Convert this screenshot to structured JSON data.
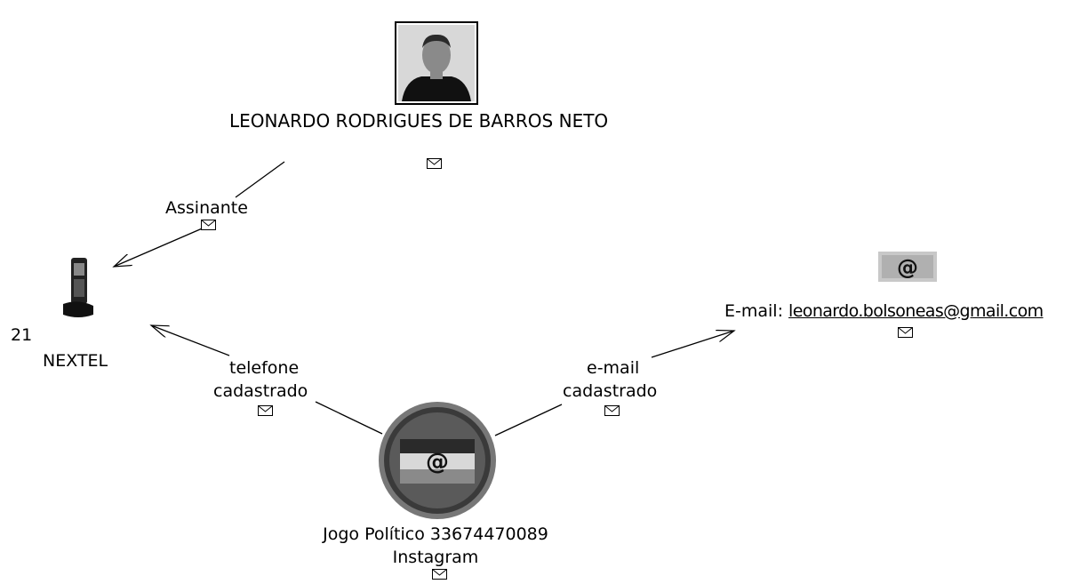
{
  "nodes": {
    "person": {
      "name": "LEONARDO RODRIGUES DE BARROS NETO"
    },
    "phone": {
      "number_prefix": "21",
      "carrier": "NEXTEL"
    },
    "email": {
      "label": "E-mail:",
      "address": "leonardo.bolsoneas@gmail.com"
    },
    "instagram": {
      "title": "Jogo Político 33674470089",
      "platform": "Instagram"
    }
  },
  "edges": {
    "subscriber": {
      "label": "Assinante"
    },
    "registered_phone": {
      "line1": "telefone",
      "line2": "cadastrado"
    },
    "registered_email": {
      "line1": "e-mail",
      "line2": "cadastrado"
    }
  },
  "icons": [
    "person-photo-icon",
    "mobile-phone-icon",
    "at-sign-icon",
    "instagram-at-badge-icon",
    "envelope-icon"
  ]
}
